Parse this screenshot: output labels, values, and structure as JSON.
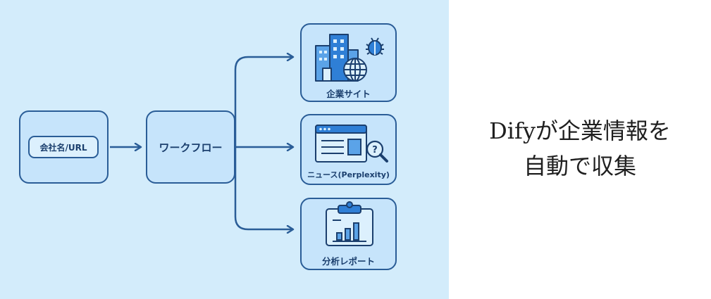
{
  "diagram": {
    "input_label": "会社名/URL",
    "workflow_label": "ワークフロー",
    "outputs": [
      {
        "label": "企業サイト",
        "icon": "building-globe-bug-icon"
      },
      {
        "label": "ニュース(Perplexity)",
        "icon": "browser-search-icon"
      },
      {
        "label": "分析レポート",
        "icon": "clipboard-chart-icon"
      }
    ]
  },
  "headline": {
    "line1": "Difyが企業情報を",
    "line2": "自動で収集"
  },
  "colors": {
    "panel_bg": "#d3ecfb",
    "node_fill": "#c6e4fb",
    "stroke": "#2a5d97",
    "icon_blue": "#2f7fd6"
  }
}
